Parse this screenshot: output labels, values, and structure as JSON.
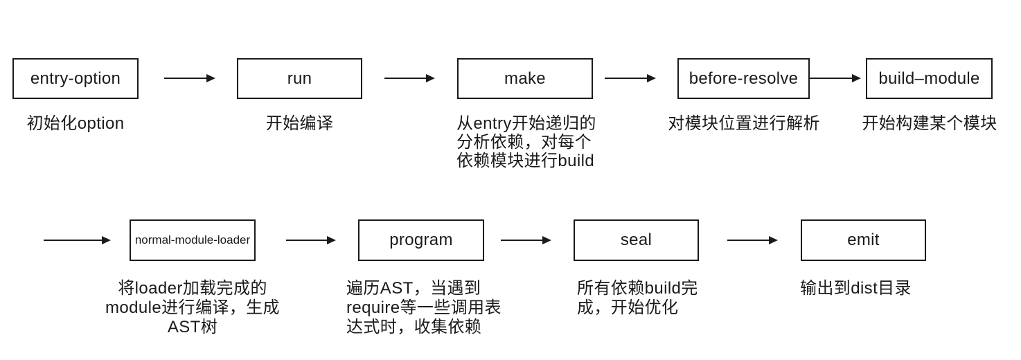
{
  "diagram": {
    "description": "webpack compile flow",
    "colors": {
      "line": "#1a1a1a",
      "background": "#ffffff",
      "text": "#1a1a1a"
    },
    "rows": [
      {
        "nodes": [
          {
            "id": "entry-option",
            "label": "entry-option",
            "caption": "初始化option"
          },
          {
            "id": "run",
            "label": "run",
            "caption": "开始编译"
          },
          {
            "id": "make",
            "label": "make",
            "caption": "从entry开始递归的\n分析依赖，对每个\n依赖模块进行build"
          },
          {
            "id": "before-resolve",
            "label": "before-resolve",
            "caption": "对模块位置进行解析"
          },
          {
            "id": "build-module",
            "label": "build–module",
            "caption": "开始构建某个模块"
          }
        ]
      },
      {
        "nodes": [
          {
            "id": "normal-module-loader",
            "label": "normal-module-loader",
            "caption": "将loader加载完成的\nmodule进行编译，生成\nAST树"
          },
          {
            "id": "program",
            "label": "program",
            "caption": "遍历AST，当遇到\nrequire等一些调用表\n达式时，收集依赖"
          },
          {
            "id": "seal",
            "label": "seal",
            "caption": "所有依赖build完\n成，开始优化"
          },
          {
            "id": "emit",
            "label": "emit",
            "caption": "输出到dist目录"
          }
        ]
      }
    ]
  }
}
